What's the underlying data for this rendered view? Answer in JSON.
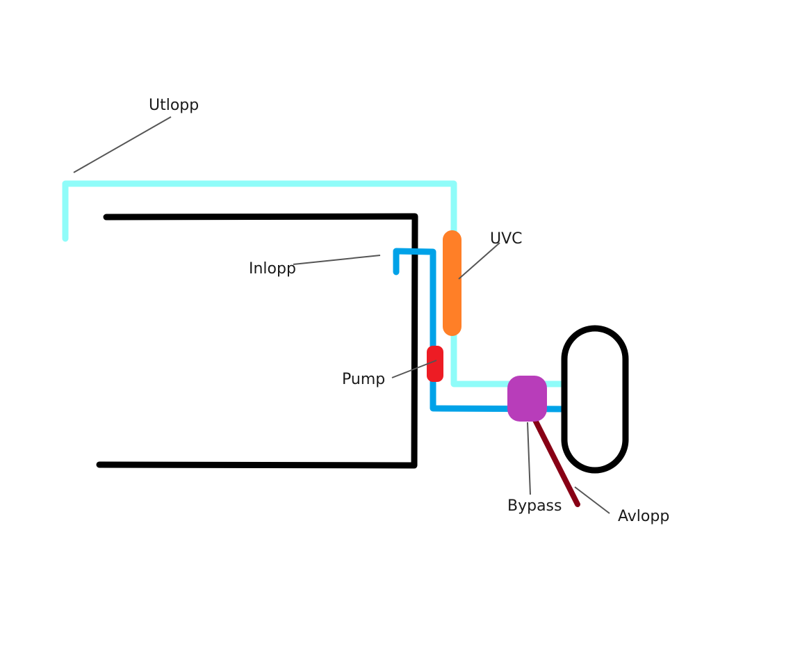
{
  "labels": {
    "outlet": "Utlopp",
    "inlet": "Inlopp",
    "uvc": "UVC",
    "pump": "Pump",
    "bypass": "Bypass",
    "drain": "Avlopp"
  },
  "colors": {
    "tank": "#000000",
    "outlet_pipe": "#8ffcf9",
    "inlet_pipe": "#00a2e8",
    "uvc": "#ff7f27",
    "pump": "#ed1c24",
    "bypass_valve": "#b83dba",
    "drain_pipe": "#880015",
    "leader_line": "#555555"
  },
  "icons": {
    "tank": "tank-outline",
    "filter": "filter-capsule"
  }
}
